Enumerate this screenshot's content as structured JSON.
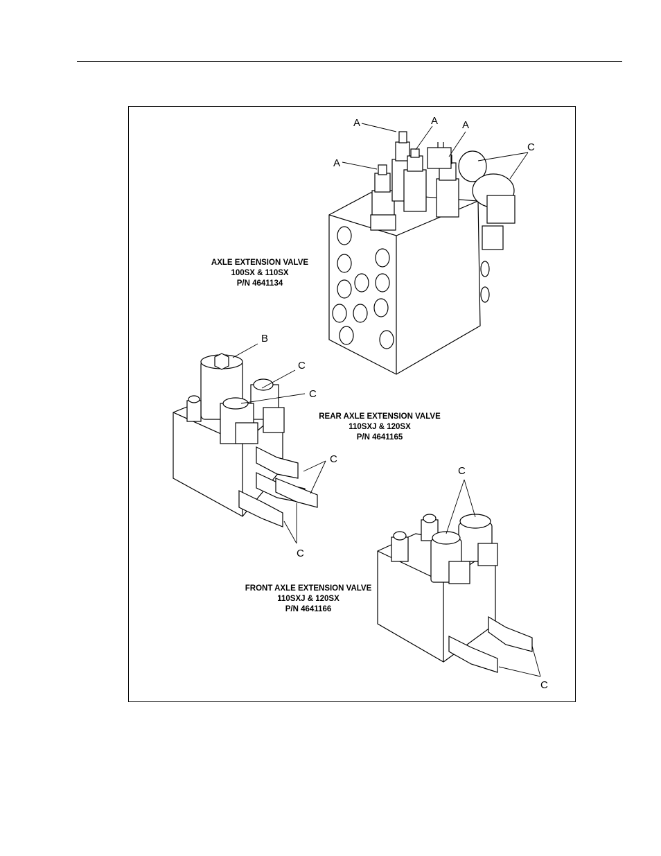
{
  "figure": {
    "valves": [
      {
        "name": "AXLE EXTENSION VALVE",
        "models": "100SX & 110SX",
        "part_number": "P/N 4641134"
      },
      {
        "name": "REAR AXLE EXTENSION VALVE",
        "models": "110SXJ & 120SX",
        "part_number": "P/N 4641165"
      },
      {
        "name": "FRONT AXLE EXTENSION VALVE",
        "models": "110SXJ & 120SX",
        "part_number": "P/N 4641166"
      }
    ],
    "callouts": {
      "a": "A",
      "b": "B",
      "c": "C"
    }
  }
}
